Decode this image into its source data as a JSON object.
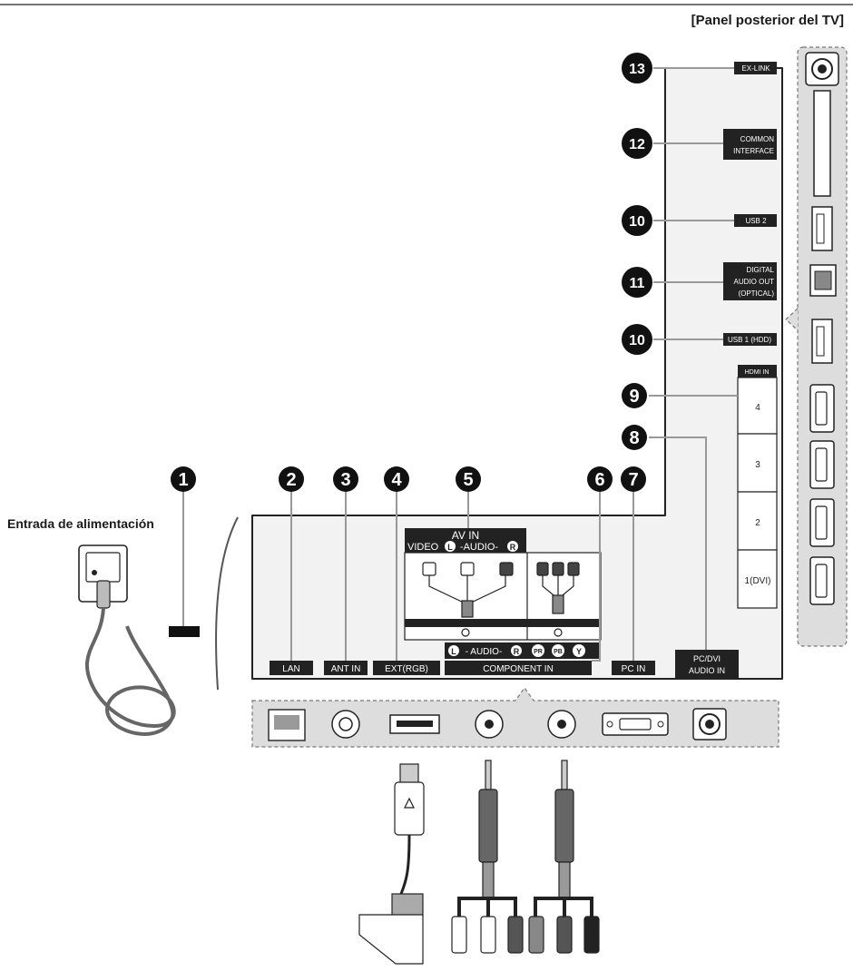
{
  "header": {
    "panel_label": "[Panel posterior del TV]"
  },
  "power": {
    "label": "Entrada de alimentación"
  },
  "callouts": [
    {
      "num": "1",
      "id": "power"
    },
    {
      "num": "2",
      "id": "lan"
    },
    {
      "num": "3",
      "id": "ant-in"
    },
    {
      "num": "4",
      "id": "ext-rgb"
    },
    {
      "num": "5",
      "id": "av-in"
    },
    {
      "num": "6",
      "id": "component-in"
    },
    {
      "num": "7",
      "id": "pc-in"
    },
    {
      "num": "8",
      "id": "pc-dvi-audio-in"
    },
    {
      "num": "9",
      "id": "hdmi-in"
    },
    {
      "num": "10",
      "id": "usb-1-hdd"
    },
    {
      "num": "11",
      "id": "digital-audio-out"
    },
    {
      "num": "10",
      "id": "usb-2"
    },
    {
      "num": "12",
      "id": "common-interface"
    },
    {
      "num": "13",
      "id": "ex-link"
    }
  ],
  "bottom_labels": {
    "lan": "LAN",
    "ant_in": "ANT IN",
    "ext_rgb": "EXT(RGB)",
    "component_in": "COMPONENT IN",
    "pc_in": "PC IN",
    "pc_dvi_audio_in_1": "PC/DVI",
    "pc_dvi_audio_in_2": "AUDIO IN"
  },
  "av_in": {
    "title": "AV IN",
    "video": "VIDEO",
    "audio_l": "L",
    "audio_mid": "-AUDIO-",
    "audio_r": "R"
  },
  "component": {
    "audio_l": "L",
    "audio_mid": "- AUDIO-",
    "audio_r": "R",
    "pr": "PR",
    "pb": "PB",
    "y": "Y"
  },
  "side_labels": {
    "ex_link": "EX-LINK",
    "common_1": "COMMON",
    "common_2": "INTERFACE",
    "usb2": "USB 2",
    "digital_1": "DIGITAL",
    "digital_2": "AUDIO OUT",
    "digital_3": "(OPTICAL)",
    "usb1": "USB 1 (HDD)",
    "hdmi_in": "HDMI IN"
  },
  "hdmi_ports": [
    "4",
    "3",
    "2",
    "1(DVI)"
  ]
}
